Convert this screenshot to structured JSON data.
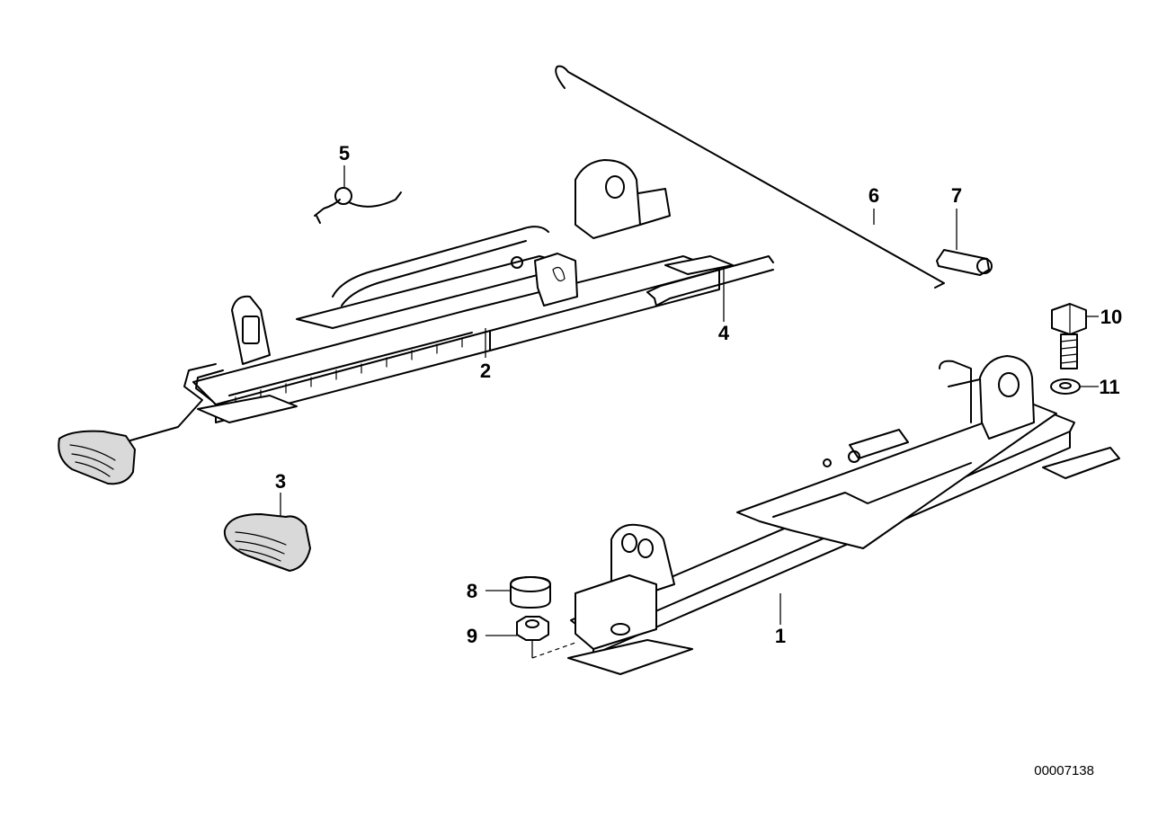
{
  "callouts": {
    "c1": "1",
    "c2": "2",
    "c3": "3",
    "c4": "4",
    "c5": "5",
    "c6": "6",
    "c7": "7",
    "c8": "8",
    "c9": "9",
    "c10": "10",
    "c11": "11"
  },
  "reference_number": "00007138"
}
